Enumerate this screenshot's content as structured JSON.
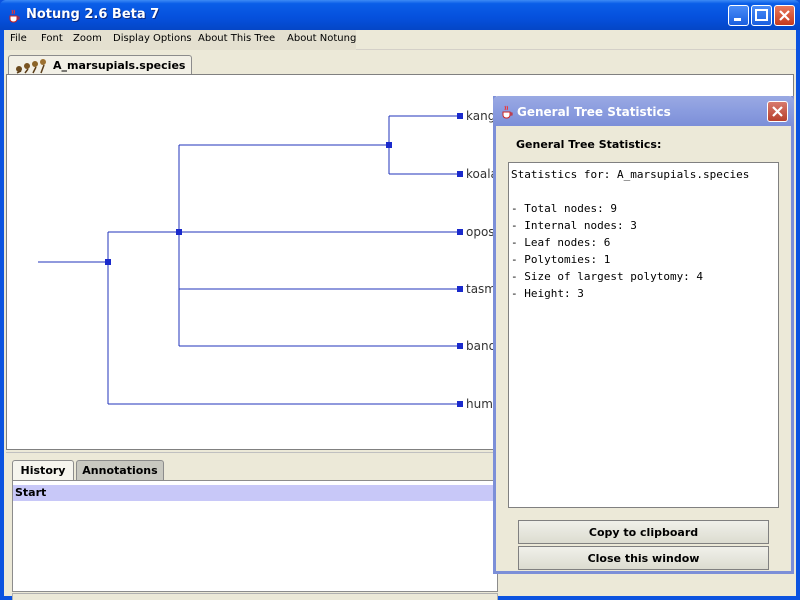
{
  "window": {
    "title": "Notung 2.6 Beta 7"
  },
  "menu": [
    "File",
    "Font",
    "Zoom",
    "Display Options",
    "About This Tree",
    "About Notung"
  ],
  "document_tab": {
    "label": "A_marsupials.species"
  },
  "tree": {
    "leaves": [
      "kang",
      "koala",
      "opos",
      "tasm",
      "band",
      "huma"
    ]
  },
  "bottom_tabs": [
    "History",
    "Annotations"
  ],
  "history": {
    "items": [
      "Start"
    ]
  },
  "dialog": {
    "title": "General Tree Statistics",
    "heading": "General Tree Statistics:",
    "stats_text": "Statistics for: A_marsupials.species\n\n- Total nodes: 9\n- Internal nodes: 3\n- Leaf nodes: 6\n- Polytomies: 1\n- Size of largest polytomy: 4\n- Height: 3",
    "copy_button": "Copy to clipboard",
    "close_button": "Close this window"
  },
  "colors": {
    "tree_line": "#2233bb",
    "title_bar": "#0550dc",
    "dialog_title_bar": "#8a9cdf",
    "history_selected": "#c8c8f8"
  }
}
